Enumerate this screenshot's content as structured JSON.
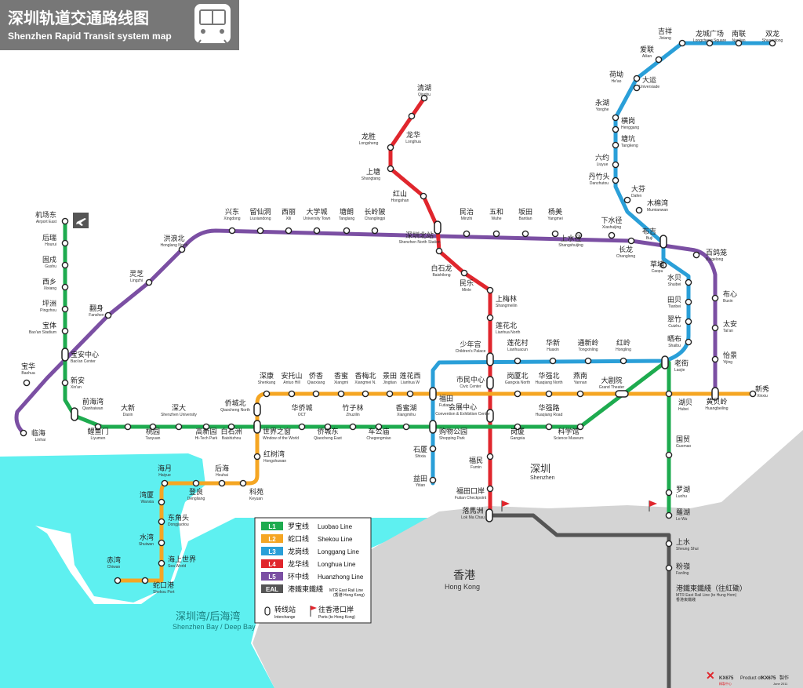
{
  "title": {
    "zh": "深圳轨道交通路线图",
    "en": "Shenzhen Rapid Transit system map",
    "icon": "metro-train-icon"
  },
  "colors": {
    "L1": "#1eab4f",
    "L2": "#f5a623",
    "L3": "#2a9fd8",
    "L4": "#e0262d",
    "L5": "#7b4fa3",
    "EAL": "#555555",
    "sea": "#5ef0f0",
    "hk_land": "#d4d4d4"
  },
  "regions": {
    "shenzhen": {
      "zh": "深圳",
      "en": "Shenzhen"
    },
    "hongkong": {
      "zh": "香港",
      "en": "Hong Kong"
    },
    "bay": {
      "zh": "深圳湾/后海湾",
      "en": "Shenzhen Bay / Deep Bay"
    }
  },
  "legend": {
    "lines": [
      {
        "code": "L1",
        "zh": "罗宝线",
        "en": "Luobao Line"
      },
      {
        "code": "L2",
        "zh": "蛇口线",
        "en": "Shekou Line"
      },
      {
        "code": "L3",
        "zh": "龙岗线",
        "en": "Longgang Line"
      },
      {
        "code": "L4",
        "zh": "龙华线",
        "en": "Longhua Line"
      },
      {
        "code": "L5",
        "zh": "环中线",
        "en": "Huanzhong Line"
      },
      {
        "code": "EAL",
        "zh": "港鐵東鐵綫",
        "en": "MTR East Rail Line",
        "en2": "(香港 Hong Kong)"
      }
    ],
    "interchange": {
      "zh": "转线站",
      "en": "Interchange"
    },
    "ports": {
      "zh": "往香港口岸",
      "en": "Ports (to Hong Kong)"
    }
  },
  "credit": {
    "logo": "KX675",
    "logo_sub": "精製中心",
    "product": "Product of",
    "product_logo": "KX675",
    "made": "製作",
    "date": "June 2011"
  },
  "stations": [
    {
      "id": "airport_east",
      "zh": "机场东",
      "en": "Airport East"
    },
    {
      "id": "hourui",
      "zh": "后瑞",
      "en": "Hourui"
    },
    {
      "id": "gushu",
      "zh": "固戍",
      "en": "Gushu"
    },
    {
      "id": "xixiang",
      "zh": "西乡",
      "en": "Xixiang"
    },
    {
      "id": "pingzhou",
      "zh": "坪洲",
      "en": "Pingzhou"
    },
    {
      "id": "baoan_stadium",
      "zh": "宝体",
      "en": "Bao'an Stadium"
    },
    {
      "id": "baoan_center",
      "zh": "宝安中心",
      "en": "Bao'an Center"
    },
    {
      "id": "xinan",
      "zh": "新安",
      "en": "Xin'an"
    },
    {
      "id": "qianhaiwan",
      "zh": "前海湾",
      "en": "Qianhaiwan"
    },
    {
      "id": "liyumen",
      "zh": "鲤鱼门",
      "en": "Liyumen"
    },
    {
      "id": "daxin",
      "zh": "大新",
      "en": "Daxin"
    },
    {
      "id": "taoyuan",
      "zh": "桃园",
      "en": "Taoyuan"
    },
    {
      "id": "shenzhen_univ",
      "zh": "深大",
      "en": "Shenzhen University"
    },
    {
      "id": "hitech",
      "zh": "高新园",
      "en": "Hi-Tech Park"
    },
    {
      "id": "baishizhou",
      "zh": "白石洲",
      "en": "Baishizhou"
    },
    {
      "id": "window",
      "zh": "世界之窗",
      "en": "Window of the World"
    },
    {
      "id": "huaqiaocheng",
      "zh": "华侨城",
      "en": "OCT"
    },
    {
      "id": "qiaochengdong",
      "zh": "侨城东",
      "en": "Qiaocheng East"
    },
    {
      "id": "zhuzilin",
      "zh": "竹子林",
      "en": "Zhuzilin"
    },
    {
      "id": "chegongmiao",
      "zh": "车公庙",
      "en": "Chegongmiao"
    },
    {
      "id": "xiangmihu",
      "zh": "香蜜湖",
      "en": "Xiangmihu"
    },
    {
      "id": "shopping_park",
      "zh": "购物公园",
      "en": "Shopping Park"
    },
    {
      "id": "convention",
      "zh": "会展中心",
      "en": "Convention & Exhibition Center"
    },
    {
      "id": "gangxia",
      "zh": "岗厦",
      "en": "Gangxia"
    },
    {
      "id": "huaqiang_rd",
      "zh": "华强路",
      "en": "Huaqiang Road"
    },
    {
      "id": "science_museum",
      "zh": "科学馆",
      "en": "Science Museum"
    },
    {
      "id": "grand_theater",
      "zh": "大剧院",
      "en": "Grand Theater"
    },
    {
      "id": "laojie",
      "zh": "老街",
      "en": "Laojie"
    },
    {
      "id": "guomao",
      "zh": "国贸",
      "en": "Guomao"
    },
    {
      "id": "luohu",
      "zh": "罗湖",
      "en": "Luohu"
    },
    {
      "id": "chiwan",
      "zh": "赤湾",
      "en": "Chiwan"
    },
    {
      "id": "shekou_port",
      "zh": "蛇口港",
      "en": "Shekou Port"
    },
    {
      "id": "sea_world",
      "zh": "海上世界",
      "en": "Sea World"
    },
    {
      "id": "shuiwan",
      "zh": "水湾",
      "en": "Shuiwan"
    },
    {
      "id": "dongjiaotou",
      "zh": "东角头",
      "en": "Dongjiaotou"
    },
    {
      "id": "wanxia",
      "zh": "湾厦",
      "en": "Wanxia"
    },
    {
      "id": "haiyue",
      "zh": "海月",
      "en": "Haiyue"
    },
    {
      "id": "dengliang",
      "zh": "登良",
      "en": "Dengliang"
    },
    {
      "id": "houhai",
      "zh": "后海",
      "en": "Houhai"
    },
    {
      "id": "keyuan",
      "zh": "科苑",
      "en": "Keyuan"
    },
    {
      "id": "hongshuwan",
      "zh": "红树湾",
      "en": "Hongshuwan"
    },
    {
      "id": "qiaocheng_north",
      "zh": "侨城北",
      "en": "Qiaocheng North"
    },
    {
      "id": "shenkang",
      "zh": "深康",
      "en": "Shenkang"
    },
    {
      "id": "antuoshan",
      "zh": "安托山",
      "en": "Antuo Hill"
    },
    {
      "id": "qiaoxiang",
      "zh": "侨香",
      "en": "Qiaoxiang"
    },
    {
      "id": "xiangmei",
      "zh": "香蜜",
      "en": "Xiangmi"
    },
    {
      "id": "xiangmeibei",
      "zh": "香梅北",
      "en": "Xiangmei N."
    },
    {
      "id": "jingtian",
      "zh": "景田",
      "en": "Jingtian"
    },
    {
      "id": "lianhuaxi",
      "zh": "莲花西",
      "en": "Lianhua W"
    },
    {
      "id": "futian",
      "zh": "福田",
      "en": "Futian"
    },
    {
      "id": "civic_center",
      "zh": "市民中心",
      "en": "Civic Center"
    },
    {
      "id": "gangxia_north",
      "zh": "岗厦北",
      "en": "Gangxia North"
    },
    {
      "id": "huaqiang_north",
      "zh": "华强北",
      "en": "Huaqiang North"
    },
    {
      "id": "yannan",
      "zh": "燕南",
      "en": "Yannan"
    },
    {
      "id": "xinxiu",
      "zh": "新秀",
      "en": "Xinxiu"
    },
    {
      "id": "huangbeiling",
      "zh": "黄贝岭",
      "en": "Huangbeiling"
    },
    {
      "id": "hubei",
      "zh": "湖贝",
      "en": "Hubei"
    },
    {
      "id": "qinghu",
      "zh": "清湖",
      "en": "Qinghu"
    },
    {
      "id": "longhua",
      "zh": "龙华",
      "en": "Longhua"
    },
    {
      "id": "longsheng",
      "zh": "龙胜",
      "en": "Longsheng"
    },
    {
      "id": "shangtang",
      "zh": "上塘",
      "en": "Shangtang"
    },
    {
      "id": "hongshan",
      "zh": "红山",
      "en": "Hongshan"
    },
    {
      "id": "sz_north",
      "zh": "深圳北站",
      "en": "Shenzhen North Station"
    },
    {
      "id": "baishilong",
      "zh": "白石龙",
      "en": "Baishilong"
    },
    {
      "id": "minle",
      "zh": "民乐",
      "en": "Minle"
    },
    {
      "id": "shangmeilin",
      "zh": "上梅林",
      "en": "Shangmeilin"
    },
    {
      "id": "lianhua_north",
      "zh": "莲花北",
      "en": "Lianhua North"
    },
    {
      "id": "childrens_palace",
      "zh": "少年宫",
      "en": "Children's Palace"
    },
    {
      "id": "fumin",
      "zh": "福民",
      "en": "Fumin"
    },
    {
      "id": "futian_cp",
      "zh": "福田口岸",
      "en": "Futian Checkpoint"
    },
    {
      "id": "lianhuacun",
      "zh": "莲花村",
      "en": "Lianhuacun"
    },
    {
      "id": "huaxin",
      "zh": "华新",
      "en": "Huaxin"
    },
    {
      "id": "tongxinling",
      "zh": "通新岭",
      "en": "Tongxinling"
    },
    {
      "id": "hongling",
      "zh": "红岭",
      "en": "Hongling"
    },
    {
      "id": "shixia",
      "zh": "石厦",
      "en": "Shixia"
    },
    {
      "id": "yitian",
      "zh": "益田",
      "en": "Yitian"
    },
    {
      "id": "shuangyong",
      "zh": "双龙",
      "en": "Shuanglong"
    },
    {
      "id": "nanlian",
      "zh": "南联",
      "en": "Nanlian"
    },
    {
      "id": "longcheng_sq",
      "zh": "龙城广场",
      "en": "Longcheng Square"
    },
    {
      "id": "jixiang",
      "zh": "吉祥",
      "en": "Jixiang"
    },
    {
      "id": "ailian",
      "zh": "爱联",
      "en": "Ailian"
    },
    {
      "id": "heao",
      "zh": "荷坳",
      "en": "He'ao"
    },
    {
      "id": "universiade",
      "zh": "大运",
      "en": "Universiade"
    },
    {
      "id": "yonghu",
      "zh": "永湖",
      "en": "Yonghe"
    },
    {
      "id": "henggang",
      "zh": "横岗",
      "en": "Henggang"
    },
    {
      "id": "tangkeng",
      "zh": "塘坑",
      "en": "Tangkeng"
    },
    {
      "id": "liuyue",
      "zh": "六约",
      "en": "Liuyue"
    },
    {
      "id": "danzhutou",
      "zh": "丹竹头",
      "en": "Danzhutou"
    },
    {
      "id": "dafen",
      "zh": "大芬",
      "en": "Dafen"
    },
    {
      "id": "mumianwan",
      "zh": "木棉湾",
      "en": "Mumianwan"
    },
    {
      "id": "buji",
      "zh": "布吉",
      "en": "Buji"
    },
    {
      "id": "caopu",
      "zh": "草埔",
      "en": "Caopu"
    },
    {
      "id": "shuibei",
      "zh": "水贝",
      "en": "Shuibei"
    },
    {
      "id": "tianbei",
      "zh": "田贝",
      "en": "Tianbei"
    },
    {
      "id": "cuizhu",
      "zh": "翠竹",
      "en": "Cuizhu"
    },
    {
      "id": "shaibu",
      "zh": "晒布",
      "en": "Shaibu"
    },
    {
      "id": "linhai",
      "zh": "临海",
      "en": "Linhai"
    },
    {
      "id": "baohua",
      "zh": "宝华",
      "en": "Baohua"
    },
    {
      "id": "fanshen",
      "zh": "翻身",
      "en": "Fanshen"
    },
    {
      "id": "lingzhi",
      "zh": "灵芝",
      "en": "Lingzhi"
    },
    {
      "id": "honglang_north",
      "zh": "洪浪北",
      "en": "Honglang North"
    },
    {
      "id": "xingdong",
      "zh": "兴东",
      "en": "Xingdong"
    },
    {
      "id": "liuxiandong",
      "zh": "留仙洞",
      "en": "Liuxiandong"
    },
    {
      "id": "xili",
      "zh": "西丽",
      "en": "Xili"
    },
    {
      "id": "university_town",
      "zh": "大学城",
      "en": "University Town"
    },
    {
      "id": "tanglang",
      "zh": "塘朗",
      "en": "Tanglang"
    },
    {
      "id": "changlingpi",
      "zh": "长岭陂",
      "en": "Changlingpi"
    },
    {
      "id": "minzhi",
      "zh": "民治",
      "en": "Minzhi"
    },
    {
      "id": "wuhe",
      "zh": "五和",
      "en": "Wuhe"
    },
    {
      "id": "bantian",
      "zh": "坂田",
      "en": "Bantian"
    },
    {
      "id": "yangmei",
      "zh": "杨美",
      "en": "Yangmei"
    },
    {
      "id": "shangshuijing",
      "zh": "上水径",
      "en": "Shangshuijing"
    },
    {
      "id": "xiashuijing",
      "zh": "下水径",
      "en": "Xiashuijing"
    },
    {
      "id": "changlong",
      "zh": "长龙",
      "en": "Changlong"
    },
    {
      "id": "baigelong",
      "zh": "百鸽笼",
      "en": "Baigelong"
    },
    {
      "id": "buxin",
      "zh": "布心",
      "en": "Buxin"
    },
    {
      "id": "taian",
      "zh": "太安",
      "en": "Tai'an"
    },
    {
      "id": "yijing",
      "zh": "怡景",
      "en": "Yijing"
    },
    {
      "id": "lok_ma_chau",
      "zh": "落馬洲",
      "en": "Lok Ma Chau"
    },
    {
      "id": "lo_wu",
      "zh": "羅湖",
      "en": "Lo Wu"
    },
    {
      "id": "sheung_shui",
      "zh": "上水",
      "en": "Sheung Shui"
    },
    {
      "id": "fanling",
      "zh": "粉嶺",
      "en": "Fanling"
    },
    {
      "id": "eal_more",
      "zh": "港鐵東鐵綫（往紅磡）",
      "en": "MTR East Rail Line (to Hung Hom)",
      "en2": "香港東鐵綫"
    }
  ]
}
